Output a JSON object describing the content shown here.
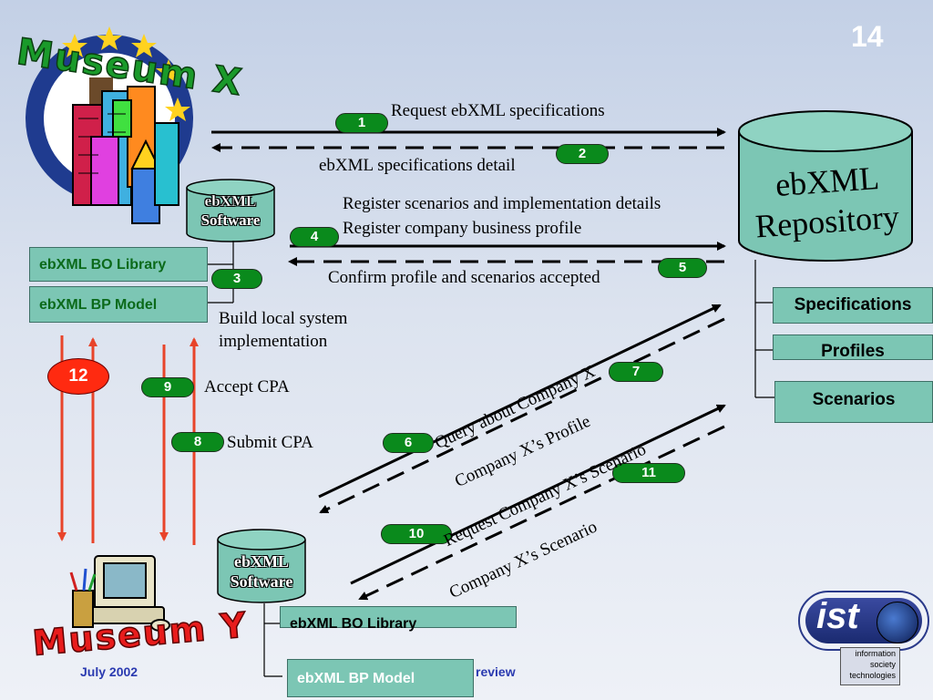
{
  "slide_number": "14",
  "museum_x": "Museum X",
  "museum_y": "Museum Y",
  "repository": {
    "line1": "ebXML",
    "line2": "Repository"
  },
  "software_top": {
    "line1": "ebXML",
    "line2": "Software"
  },
  "software_bottom": {
    "line1": "ebXML",
    "line2": "Software"
  },
  "top_boxes": {
    "bo_library": "ebXML BO Library",
    "bp_model": "ebXML BP Model"
  },
  "bottom_boxes": {
    "bo_library": "ebXML BO Library",
    "bp_model": "ebXML BP Model"
  },
  "repo_items": {
    "specifications": "Specifications",
    "profiles": "Profiles",
    "scenarios": "Scenarios"
  },
  "steps": {
    "s1": "1",
    "s2": "2",
    "s3": "3",
    "s4": "4",
    "s5": "5",
    "s6": "6",
    "s7": "7",
    "s8": "8",
    "s9": "9",
    "s10": "10",
    "s11": "11",
    "s12": "12"
  },
  "labels": {
    "request_specs": "Request ebXML specifications",
    "specs_detail": "ebXML specifications detail",
    "register_scenarios": "Register scenarios and implementation details",
    "register_profile": "Register company business profile",
    "confirm": "Confirm profile and scenarios accepted",
    "build_local_1": "Build local system",
    "build_local_2": "implementation",
    "accept_cpa": "Accept CPA",
    "submit_cpa": "Submit CPA",
    "query_company": "Query about Company X",
    "company_profile": "Company X’s Profile",
    "request_scenario": "Request Company X’s Scenario",
    "company_scenario": "Company X’s Scenario"
  },
  "footer": {
    "date": "July 2002",
    "review": "review"
  },
  "ist_logo": {
    "brand": "ist",
    "line1": "information",
    "line2": "society",
    "line3": "technologies"
  }
}
